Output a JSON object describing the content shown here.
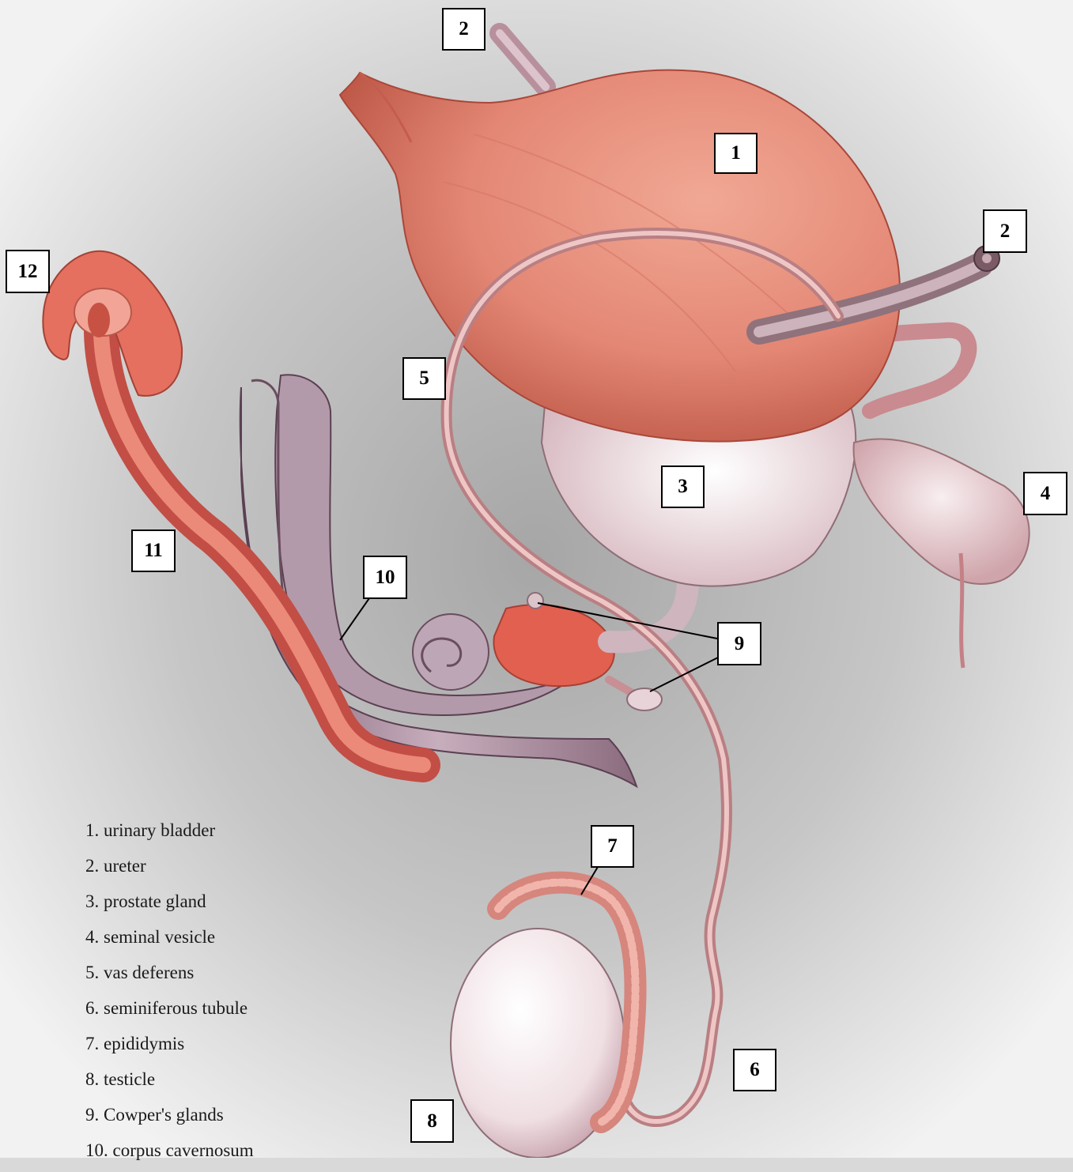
{
  "labels": [
    {
      "id": "1",
      "text": "1"
    },
    {
      "id": "2a",
      "text": "2"
    },
    {
      "id": "2b",
      "text": "2"
    },
    {
      "id": "3",
      "text": "3"
    },
    {
      "id": "4",
      "text": "4"
    },
    {
      "id": "5",
      "text": "5"
    },
    {
      "id": "6",
      "text": "6"
    },
    {
      "id": "7",
      "text": "7"
    },
    {
      "id": "8",
      "text": "8"
    },
    {
      "id": "9",
      "text": "9"
    },
    {
      "id": "10",
      "text": "10"
    },
    {
      "id": "11",
      "text": "11"
    },
    {
      "id": "12",
      "text": "12"
    }
  ],
  "legend": [
    "1. urinary bladder",
    "2.  ureter",
    "3.  prostate gland",
    "4.  seminal vesicle",
    "5.  vas deferens",
    "6.  seminiferous tubule",
    "7.  epididymis",
    "8.  testicle",
    "9.  Cowper's glands",
    "10. corpus cavernosum"
  ],
  "colors": {
    "bladder": "#e8917d",
    "bladder_dark": "#c9614f",
    "prostate": "#f3e4e6",
    "urethra": "#e0705e",
    "corpus": "#a48596",
    "tube": "#d9a3a0",
    "ureter": "#c9a3ac",
    "testicle": "#f0dfe3",
    "epididymis": "#d98f86"
  }
}
